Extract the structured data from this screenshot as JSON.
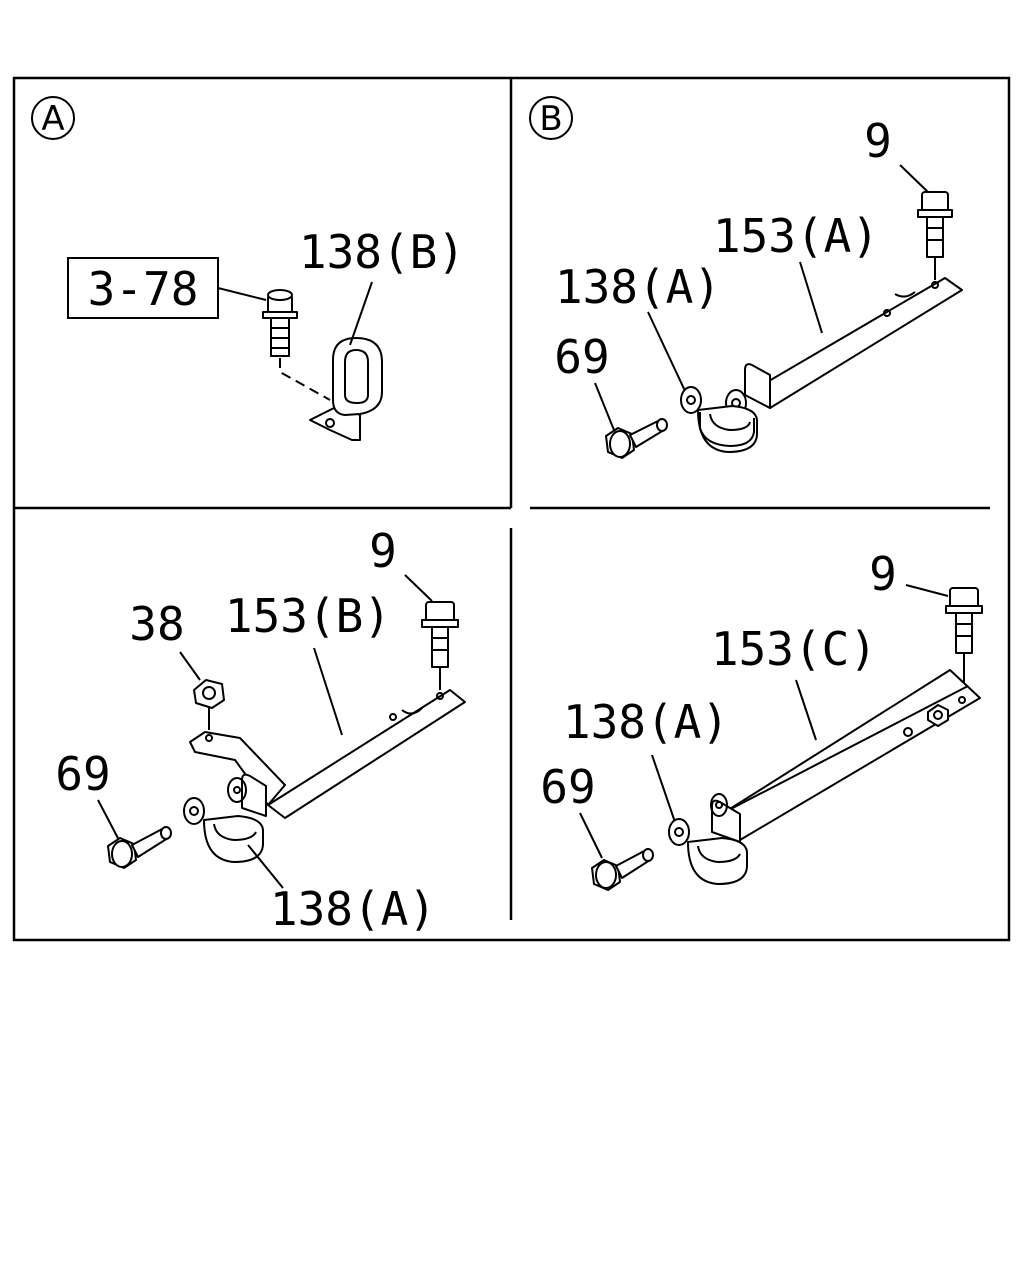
{
  "panels": {
    "a": {
      "letter": "A",
      "ref_box": "3-78",
      "labels": {
        "clip": "138(B)"
      }
    },
    "b": {
      "letter": "B",
      "labels": {
        "bolt_top": "9",
        "bracket": "153(A)",
        "clip": "138(A)",
        "bolt": "69"
      }
    },
    "c": {
      "labels": {
        "bolt_top": "9",
        "nut": "38",
        "bracket": "153(B)",
        "bolt": "69",
        "clip": "138(A)"
      }
    },
    "d": {
      "labels": {
        "bolt_top": "9",
        "bracket": "153(C)",
        "clip": "138(A)",
        "bolt": "69"
      }
    }
  }
}
